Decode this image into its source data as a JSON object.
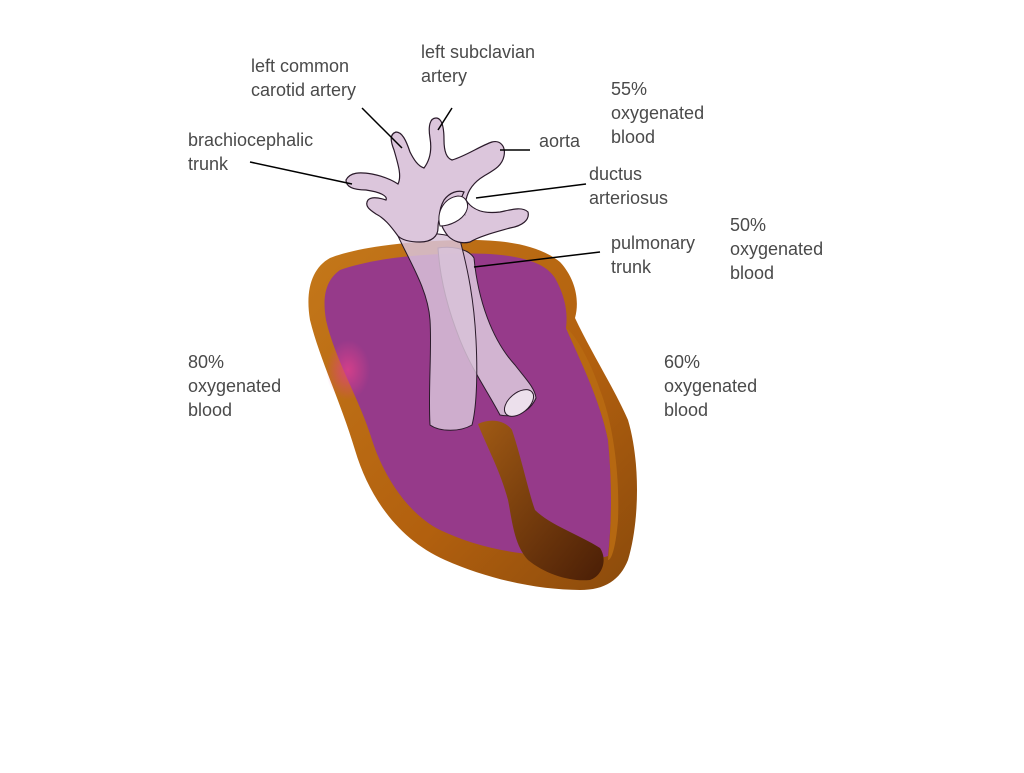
{
  "labels": {
    "left_subclavian": [
      "left subclavian",
      "artery"
    ],
    "left_common_carotid": [
      "left common",
      "carotid artery"
    ],
    "brachiocephalic": [
      "brachiocephalic",
      "trunk"
    ],
    "aorta": [
      "aorta"
    ],
    "ductus_arteriosus": [
      "ductus",
      "arteriosus"
    ],
    "pulmonary_trunk": [
      "pulmonary",
      "trunk"
    ]
  },
  "oxygenation": {
    "aorta_level": [
      "55%",
      "oxygenated",
      "blood"
    ],
    "pulmonary_level": [
      "50%",
      "oxygenated",
      "blood"
    ],
    "left_side": [
      "80%",
      "oxygenated",
      "blood"
    ],
    "right_side": [
      "60%",
      "oxygenated",
      "blood"
    ]
  },
  "colors": {
    "text": "#4a4a4a",
    "leader_line": "#000000",
    "heart_wall": "#b86a10",
    "heart_wall_dark": "#7a3a0a",
    "chamber_fill": "#963a8a",
    "vessel_fill": "#dcc6dc",
    "vessel_stroke": "#2a1a2a",
    "septum": "#8a4410"
  }
}
